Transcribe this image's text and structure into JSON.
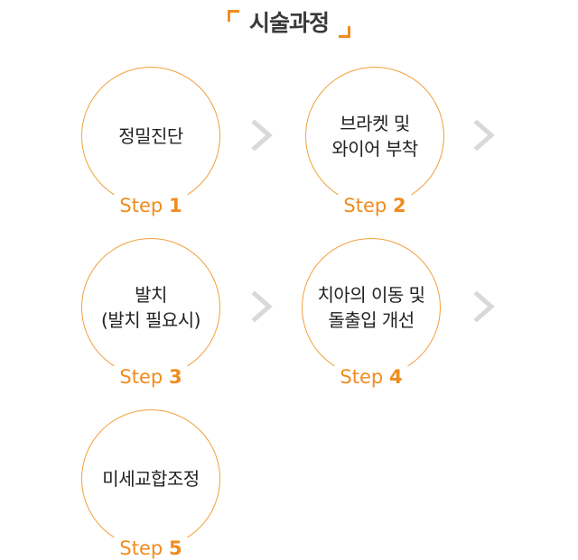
{
  "header": {
    "title": "시술과정"
  },
  "colors": {
    "accent": "#f08c1e",
    "circle_border": "#f2a03d",
    "arrow": "#d9d9d9",
    "text": "#222222"
  },
  "steps": [
    {
      "label": "정밀진단",
      "tag_prefix": "Step",
      "number": "1"
    },
    {
      "label": "브라켓 및\n와이어 부착",
      "tag_prefix": "Step",
      "number": "2"
    },
    {
      "label": "발치\n(발치 필요시)",
      "tag_prefix": "Step",
      "number": "3"
    },
    {
      "label": "치아의 이동 및\n돌출입 개선",
      "tag_prefix": "Step",
      "number": "4"
    },
    {
      "label": "미세교합조정",
      "tag_prefix": "Step",
      "number": "5"
    }
  ],
  "arrows": [
    "chevron-right-icon",
    "chevron-right-icon",
    "chevron-right-icon",
    "chevron-right-icon"
  ]
}
